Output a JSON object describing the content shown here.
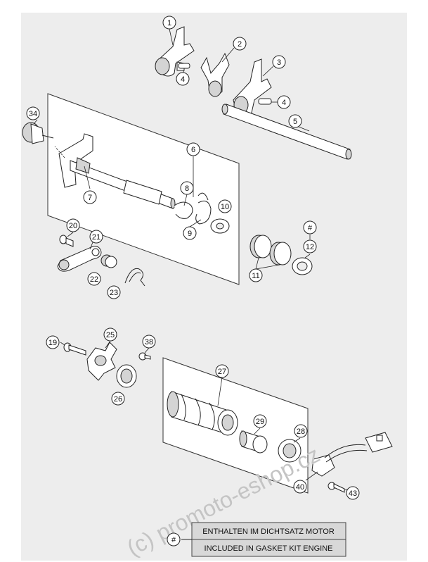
{
  "callouts": [
    {
      "id": "c1",
      "label": "1"
    },
    {
      "id": "c2",
      "label": "2"
    },
    {
      "id": "c3",
      "label": "3"
    },
    {
      "id": "c4a",
      "label": "4"
    },
    {
      "id": "c4b",
      "label": "4"
    },
    {
      "id": "c5",
      "label": "5"
    },
    {
      "id": "c6",
      "label": "6"
    },
    {
      "id": "c7",
      "label": "7"
    },
    {
      "id": "c8",
      "label": "8"
    },
    {
      "id": "c9",
      "label": "9"
    },
    {
      "id": "c10",
      "label": "10"
    },
    {
      "id": "c11",
      "label": "11"
    },
    {
      "id": "c12",
      "label": "12"
    },
    {
      "id": "chash",
      "label": "#"
    },
    {
      "id": "c19",
      "label": "19"
    },
    {
      "id": "c20",
      "label": "20"
    },
    {
      "id": "c21",
      "label": "21"
    },
    {
      "id": "c22",
      "label": "22"
    },
    {
      "id": "c23",
      "label": "23"
    },
    {
      "id": "c25",
      "label": "25"
    },
    {
      "id": "c26",
      "label": "26"
    },
    {
      "id": "c27",
      "label": "27"
    },
    {
      "id": "c28",
      "label": "28"
    },
    {
      "id": "c29",
      "label": "29"
    },
    {
      "id": "c34",
      "label": "34"
    },
    {
      "id": "c38",
      "label": "38"
    },
    {
      "id": "c40",
      "label": "40"
    },
    {
      "id": "c43",
      "label": "43"
    }
  ],
  "legend": {
    "symbol": "#",
    "line1": "ENTHALTEN IM DICHTSATZ MOTOR",
    "line2": "INCLUDED IN GASKET KIT ENGINE"
  },
  "watermark": "(c) promoto-eshop.cz",
  "colors": {
    "background": "#ededed",
    "panel": "#ffffff",
    "line": "#222222",
    "part_fill": "#ffffff",
    "part_shade": "#d4d4d4",
    "watermark": "#c4c4c4"
  }
}
